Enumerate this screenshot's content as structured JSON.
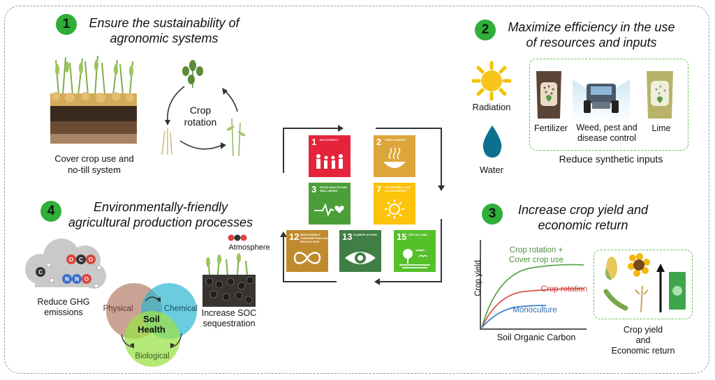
{
  "sections": {
    "s1": {
      "number": "1",
      "title_line1": "Ensure the sustainability of",
      "title_line2": "agronomic systems",
      "cover_line1": "Cover crop use and",
      "cover_line2": "no-till system",
      "rotation_line1": "Crop",
      "rotation_line2": "rotation"
    },
    "s2": {
      "number": "2",
      "title_line1": "Maximize efficiency in the use",
      "title_line2": "of resources and inputs",
      "radiation": "Radiation",
      "water": "Water",
      "fertilizer": "Fertilizer",
      "weed_line1": "Weed, pest and",
      "weed_line2": "disease control",
      "lime": "Lime",
      "reduce": "Reduce synthetic inputs"
    },
    "s3": {
      "number": "3",
      "title_line1": "Increase crop yield and",
      "title_line2": "economic return",
      "y_axis": "Crop yield",
      "x_axis": "Soil Organic Carbon",
      "series_top_line1": "Crop rotation +",
      "series_top_line2": "Cover crop use",
      "series_mid": "Crop rotation",
      "series_low": "Monoculture",
      "result_line1": "Crop yield",
      "result_line2": "and",
      "result_line3": "Economic return"
    },
    "s4": {
      "number": "4",
      "title_line1": "Environmentally-friendly",
      "title_line2": "agricultural production processes",
      "ghg_line1": "Reduce GHG",
      "ghg_line2": "emissions",
      "atmosphere": "Atmosphere",
      "soc_line1": "Increase SOC",
      "soc_line2": "sequestration",
      "venn_physical": "Physical",
      "venn_chemical": "Chemical",
      "venn_biological": "Biological",
      "venn_center_line1": "Soil",
      "venn_center_line2": "Health",
      "molecule_atoms": [
        "O",
        "C",
        "O",
        "C",
        "N",
        "N",
        "O"
      ]
    }
  },
  "sdgs": [
    {
      "num": "1",
      "text": "No poverty",
      "color": "#e5243b"
    },
    {
      "num": "2",
      "text": "Zero hunger",
      "color": "#dda63a"
    },
    {
      "num": "3",
      "text": "Good health and well-being",
      "color": "#4c9f38"
    },
    {
      "num": "7",
      "text": "Affordable and clean energy",
      "color": "#fcc30b"
    },
    {
      "num": "12",
      "text": "Responsible consumption and production",
      "color": "#bf8b2e"
    },
    {
      "num": "13",
      "text": "Climate action",
      "color": "#3f7e44"
    },
    {
      "num": "15",
      "text": "Life on land",
      "color": "#56c02b"
    }
  ],
  "colors": {
    "badge": "#2fae3a",
    "curve_top": "#5aa84a",
    "curve_mid": "#d9534f",
    "curve_low": "#3f83c9"
  }
}
